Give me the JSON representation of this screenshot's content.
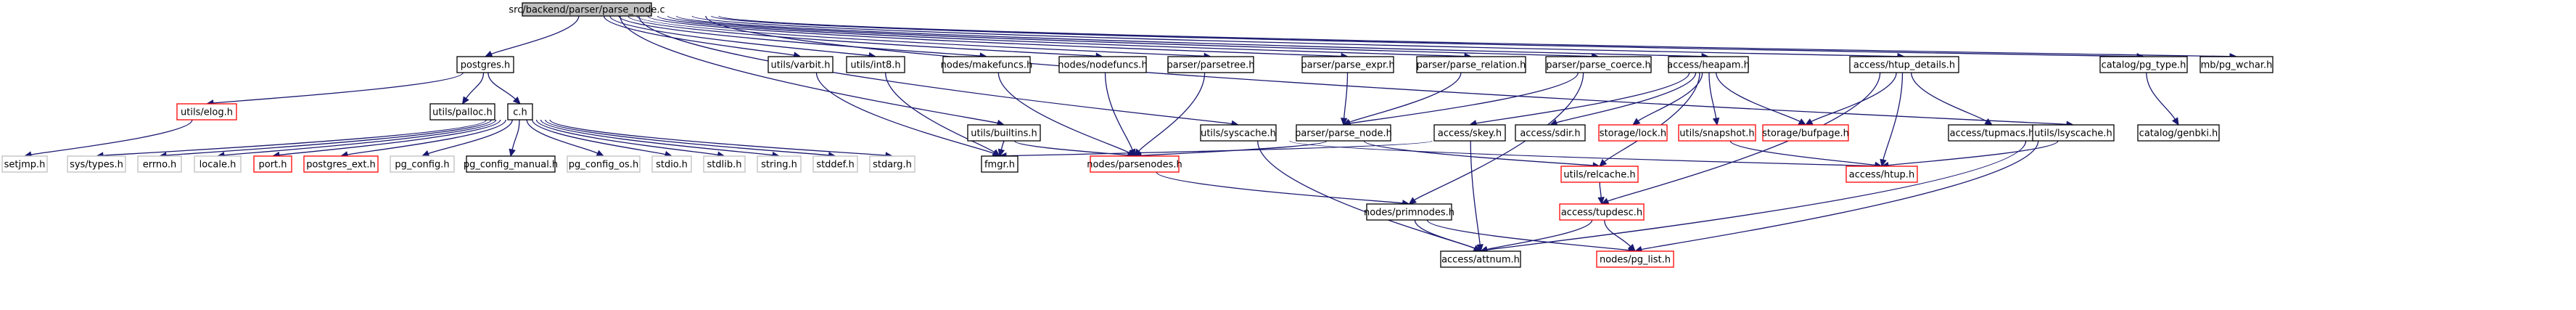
{
  "diagram": {
    "colors": {
      "edge": "#191970",
      "root_fill": "#bfbfbf",
      "normal_border": "#000000",
      "truncated_border": "#ff0000",
      "leaf_border": "#bfbfbf"
    },
    "nodes": [
      {
        "id": "root",
        "label": "src/backend/parser/parse_node.c",
        "style": "root"
      },
      {
        "id": "postgres_h",
        "label": "postgres.h",
        "style": "normal"
      },
      {
        "id": "utils_elog_h",
        "label": "utils/elog.h",
        "style": "trunc"
      },
      {
        "id": "utils_palloc_h",
        "label": "utils/palloc.h",
        "style": "normal"
      },
      {
        "id": "c_h",
        "label": "c.h",
        "style": "normal"
      },
      {
        "id": "setjmp_h",
        "label": "setjmp.h",
        "style": "leaf"
      },
      {
        "id": "sys_types_h",
        "label": "sys/types.h",
        "style": "leaf"
      },
      {
        "id": "errno_h",
        "label": "errno.h",
        "style": "leaf"
      },
      {
        "id": "locale_h",
        "label": "locale.h",
        "style": "leaf"
      },
      {
        "id": "port_h",
        "label": "port.h",
        "style": "trunc"
      },
      {
        "id": "postgres_ext_h",
        "label": "postgres_ext.h",
        "style": "trunc"
      },
      {
        "id": "pg_config_h",
        "label": "pg_config.h",
        "style": "leaf"
      },
      {
        "id": "pg_config_manual_h",
        "label": "pg_config_manual.h",
        "style": "normal"
      },
      {
        "id": "pg_config_os_h",
        "label": "pg_config_os.h",
        "style": "leaf"
      },
      {
        "id": "stdio_h",
        "label": "stdio.h",
        "style": "leaf"
      },
      {
        "id": "stdlib_h",
        "label": "stdlib.h",
        "style": "leaf"
      },
      {
        "id": "string_h",
        "label": "string.h",
        "style": "leaf"
      },
      {
        "id": "stddef_h",
        "label": "stddef.h",
        "style": "leaf"
      },
      {
        "id": "stdarg_h",
        "label": "stdarg.h",
        "style": "leaf"
      },
      {
        "id": "utils_varbit_h",
        "label": "utils/varbit.h",
        "style": "normal"
      },
      {
        "id": "utils_int8_h",
        "label": "utils/int8.h",
        "style": "normal"
      },
      {
        "id": "fmgr_h",
        "label": "fmgr.h",
        "style": "normal"
      },
      {
        "id": "utils_builtins_h",
        "label": "utils/builtins.h",
        "style": "normal"
      },
      {
        "id": "nodes_makefuncs_h",
        "label": "nodes/makefuncs.h",
        "style": "normal"
      },
      {
        "id": "nodes_nodefuncs_h",
        "label": "nodes/nodefuncs.h",
        "style": "normal"
      },
      {
        "id": "parser_parsetree_h",
        "label": "parser/parsetree.h",
        "style": "normal"
      },
      {
        "id": "nodes_parsenodes_h",
        "label": "nodes/parsenodes.h",
        "style": "trunc"
      },
      {
        "id": "utils_syscache_h",
        "label": "utils/syscache.h",
        "style": "normal"
      },
      {
        "id": "parser_parse_expr_h",
        "label": "parser/parse_expr.h",
        "style": "normal"
      },
      {
        "id": "parser_parse_relation_h",
        "label": "parser/parse_relation.h",
        "style": "normal"
      },
      {
        "id": "parser_parse_coerce_h",
        "label": "parser/parse_coerce.h",
        "style": "normal"
      },
      {
        "id": "parser_parse_node_h",
        "label": "parser/parse_node.h",
        "style": "normal"
      },
      {
        "id": "nodes_primnodes_h",
        "label": "nodes/primnodes.h",
        "style": "normal"
      },
      {
        "id": "access_attnum_h",
        "label": "access/attnum.h",
        "style": "normal"
      },
      {
        "id": "nodes_pg_list_h",
        "label": "nodes/pg_list.h",
        "style": "trunc"
      },
      {
        "id": "access_heapam_h",
        "label": "access/heapam.h",
        "style": "normal"
      },
      {
        "id": "access_skey_h",
        "label": "access/skey.h",
        "style": "normal"
      },
      {
        "id": "access_sdir_h",
        "label": "access/sdir.h",
        "style": "normal"
      },
      {
        "id": "storage_lock_h",
        "label": "storage/lock.h",
        "style": "trunc"
      },
      {
        "id": "utils_snapshot_h",
        "label": "utils/snapshot.h",
        "style": "trunc"
      },
      {
        "id": "storage_bufpage_h",
        "label": "storage/bufpage.h",
        "style": "trunc"
      },
      {
        "id": "utils_relcache_h",
        "label": "utils/relcache.h",
        "style": "trunc"
      },
      {
        "id": "access_tupdesc_h",
        "label": "access/tupdesc.h",
        "style": "trunc"
      },
      {
        "id": "access_htup_details_h",
        "label": "access/htup_details.h",
        "style": "normal"
      },
      {
        "id": "access_tupmacs_h",
        "label": "access/tupmacs.h",
        "style": "normal"
      },
      {
        "id": "access_htup_h",
        "label": "access/htup.h",
        "style": "trunc"
      },
      {
        "id": "utils_lsyscache_h",
        "label": "utils/lsyscache.h",
        "style": "normal"
      },
      {
        "id": "catalog_pg_type_h",
        "label": "catalog/pg_type.h",
        "style": "normal"
      },
      {
        "id": "catalog_genbki_h",
        "label": "catalog/genbki.h",
        "style": "normal"
      },
      {
        "id": "mb_pg_wchar_h",
        "label": "mb/pg_wchar.h",
        "style": "normal"
      }
    ],
    "edges": [
      [
        "root",
        "postgres_h"
      ],
      [
        "root",
        "utils_varbit_h"
      ],
      [
        "root",
        "utils_int8_h"
      ],
      [
        "root",
        "utils_builtins_h"
      ],
      [
        "root",
        "nodes_makefuncs_h"
      ],
      [
        "root",
        "nodes_nodefuncs_h"
      ],
      [
        "root",
        "parser_parsetree_h"
      ],
      [
        "root",
        "utils_syscache_h"
      ],
      [
        "root",
        "parser_parse_expr_h"
      ],
      [
        "root",
        "parser_parse_relation_h"
      ],
      [
        "root",
        "parser_parse_coerce_h"
      ],
      [
        "root",
        "access_heapam_h"
      ],
      [
        "root",
        "access_htup_details_h"
      ],
      [
        "root",
        "utils_lsyscache_h"
      ],
      [
        "root",
        "catalog_pg_type_h"
      ],
      [
        "root",
        "mb_pg_wchar_h"
      ],
      [
        "postgres_h",
        "utils_elog_h"
      ],
      [
        "postgres_h",
        "utils_palloc_h"
      ],
      [
        "postgres_h",
        "c_h"
      ],
      [
        "utils_elog_h",
        "setjmp_h"
      ],
      [
        "c_h",
        "sys_types_h"
      ],
      [
        "c_h",
        "errno_h"
      ],
      [
        "c_h",
        "locale_h"
      ],
      [
        "c_h",
        "port_h"
      ],
      [
        "c_h",
        "postgres_ext_h"
      ],
      [
        "c_h",
        "pg_config_h"
      ],
      [
        "c_h",
        "pg_config_manual_h"
      ],
      [
        "c_h",
        "pg_config_os_h"
      ],
      [
        "c_h",
        "stdio_h"
      ],
      [
        "c_h",
        "stdlib_h"
      ],
      [
        "c_h",
        "string_h"
      ],
      [
        "c_h",
        "stddef_h"
      ],
      [
        "c_h",
        "stdarg_h"
      ],
      [
        "utils_varbit_h",
        "fmgr_h"
      ],
      [
        "utils_int8_h",
        "fmgr_h"
      ],
      [
        "utils_builtins_h",
        "fmgr_h"
      ],
      [
        "utils_builtins_h",
        "nodes_parsenodes_h"
      ],
      [
        "nodes_makefuncs_h",
        "nodes_parsenodes_h"
      ],
      [
        "nodes_nodefuncs_h",
        "nodes_parsenodes_h"
      ],
      [
        "parser_parsetree_h",
        "nodes_parsenodes_h"
      ],
      [
        "nodes_parsenodes_h",
        "nodes_primnodes_h"
      ],
      [
        "nodes_primnodes_h",
        "access_attnum_h"
      ],
      [
        "nodes_primnodes_h",
        "nodes_pg_list_h"
      ],
      [
        "utils_syscache_h",
        "access_attnum_h"
      ],
      [
        "utils_syscache_h",
        "access_htup_h"
      ],
      [
        "parser_parse_expr_h",
        "parser_parse_node_h"
      ],
      [
        "parser_parse_relation_h",
        "parser_parse_node_h"
      ],
      [
        "parser_parse_coerce_h",
        "parser_parse_node_h"
      ],
      [
        "parser_parse_coerce_h",
        "nodes_primnodes_h"
      ],
      [
        "parser_parse_node_h",
        "nodes_parsenodes_h"
      ],
      [
        "parser_parse_node_h",
        "utils_relcache_h"
      ],
      [
        "access_heapam_h",
        "access_skey_h"
      ],
      [
        "access_heapam_h",
        "access_sdir_h"
      ],
      [
        "access_heapam_h",
        "storage_lock_h"
      ],
      [
        "access_heapam_h",
        "utils_snapshot_h"
      ],
      [
        "access_heapam_h",
        "storage_bufpage_h"
      ],
      [
        "access_heapam_h",
        "utils_relcache_h"
      ],
      [
        "access_skey_h",
        "fmgr_h"
      ],
      [
        "access_skey_h",
        "access_attnum_h"
      ],
      [
        "utils_snapshot_h",
        "access_htup_h"
      ],
      [
        "utils_relcache_h",
        "access_tupdesc_h"
      ],
      [
        "access_tupdesc_h",
        "access_attnum_h"
      ],
      [
        "access_tupdesc_h",
        "nodes_pg_list_h"
      ],
      [
        "access_htup_details_h",
        "storage_bufpage_h"
      ],
      [
        "access_htup_details_h",
        "access_tupmacs_h"
      ],
      [
        "access_htup_details_h",
        "access_htup_h"
      ],
      [
        "access_htup_details_h",
        "access_tupdesc_h"
      ],
      [
        "utils_lsyscache_h",
        "access_htup_h"
      ],
      [
        "utils_lsyscache_h",
        "access_attnum_h"
      ],
      [
        "utils_lsyscache_h",
        "nodes_pg_list_h"
      ],
      [
        "catalog_pg_type_h",
        "catalog_genbki_h"
      ]
    ]
  }
}
